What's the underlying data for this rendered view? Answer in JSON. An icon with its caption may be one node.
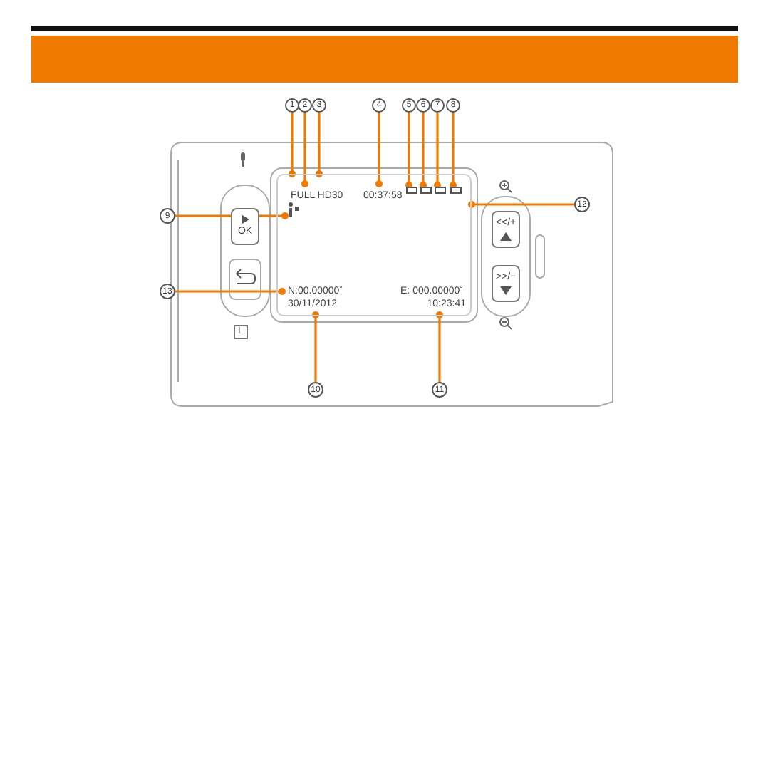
{
  "diagram": {
    "nodes": [
      {
        "text": [
          "1"
        ]
      },
      {
        "text": [
          "2"
        ]
      },
      {
        "text": [
          "3"
        ]
      },
      {
        "text": [
          "4"
        ]
      },
      {
        "text": [
          "5"
        ]
      },
      {
        "text": [
          "6"
        ]
      },
      {
        "text": [
          "7"
        ]
      },
      {
        "text": [
          "8"
        ]
      },
      {
        "text": [
          "9"
        ]
      },
      {
        "text": [
          "10"
        ]
      },
      {
        "text": [
          "11"
        ]
      },
      {
        "text": [
          "12"
        ]
      },
      {
        "text": [
          "13"
        ]
      },
      {
        "text": [],
        "shape": "box"
      },
      {
        "text": [
          "FULL HD30"
        ],
        "in": 13
      },
      {
        "text": [
          "00:37:58"
        ],
        "in": 13
      },
      {
        "text": [
          "N:00.00000˚"
        ],
        "in": 13
      },
      {
        "text": [
          "E: 000.00000˚"
        ],
        "in": 13
      },
      {
        "text": [
          "30/11/2012"
        ],
        "in": 13
      },
      {
        "text": [
          "10:23:41"
        ],
        "in": 13
      },
      {
        "text": [],
        "shape": "box",
        "in": 13
      },
      {
        "text": [],
        "shape": "box",
        "in": 13
      },
      {
        "text": [],
        "shape": "box",
        "in": 13
      },
      {
        "text": [],
        "shape": "box",
        "in": 13
      },
      {
        "text": [],
        "shape": "picture",
        "in": 13
      },
      {
        "text": [
          "OK"
        ]
      },
      {
        "text": [
          "<</+"
        ]
      },
      {
        "text": [
          ">>/−"
        ]
      },
      {
        "text": [
          "L"
        ]
      }
    ],
    "edges": [
      {
        "from": 0,
        "to": 13,
        "arrow": "other"
      },
      {
        "from": 1,
        "to": 14,
        "arrow": "other"
      },
      {
        "from": 2,
        "to": 13,
        "arrow": "other"
      },
      {
        "from": 3,
        "to": 15,
        "arrow": "other"
      },
      {
        "from": 4,
        "to": 20,
        "arrow": "other"
      },
      {
        "from": 5,
        "to": 21,
        "arrow": "other"
      },
      {
        "from": 6,
        "to": 22,
        "arrow": "other"
      },
      {
        "from": 7,
        "to": 23,
        "arrow": "other"
      },
      {
        "from": 8,
        "to": 24,
        "arrow": "other"
      },
      {
        "from": 9,
        "to": 18,
        "arrow": "other"
      },
      {
        "from": 10,
        "to": 19,
        "arrow": "other"
      },
      {
        "from": 11,
        "to": 13,
        "arrow": "other"
      },
      {
        "from": 12,
        "to": 16,
        "arrow": "other"
      }
    ]
  }
}
